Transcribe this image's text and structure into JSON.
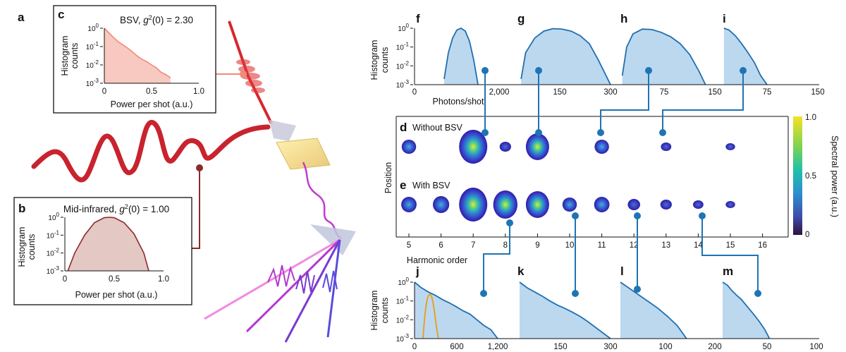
{
  "panels": {
    "a": "a",
    "b": "b",
    "c": "c",
    "d": "d",
    "e": "e",
    "f": "f",
    "g": "g",
    "h": "h",
    "i": "i",
    "j": "j",
    "k": "k",
    "l": "l",
    "m": "m"
  },
  "inset_c": {
    "title_prefix": "BSV, ",
    "title_g": "g",
    "title_sup": "2",
    "title_suffix": "(0) = 2.30",
    "xlabel": "Power per shot (a.u.)",
    "ylabel1": "Histogram",
    "ylabel2": "counts",
    "xticks": [
      "0",
      "0.5",
      "1.0"
    ],
    "ymant": "10",
    "yexp": [
      "0",
      "-1",
      "-2",
      "-3"
    ],
    "color": "#f08a7a"
  },
  "inset_b": {
    "title_prefix": "Mid-infrared, ",
    "title_g": "g",
    "title_sup": "2",
    "title_suffix": "(0) = 1.00",
    "xlabel": "Power per shot (a.u.)",
    "ylabel1": "Histogram",
    "ylabel2": "counts",
    "xticks": [
      "0",
      "0.5",
      "1.0"
    ],
    "ymant": "10",
    "yexp": [
      "0",
      "-1",
      "-2",
      "-3"
    ],
    "color": "#8c2a2a"
  },
  "top_row": {
    "ylabel1": "Histogram",
    "ylabel2": "counts",
    "xlabel": "Photons/shot",
    "f_ticks": [
      "0",
      "2,000"
    ],
    "g_ticks": [
      "150",
      "300"
    ],
    "h_ticks": [
      "75",
      "150"
    ],
    "i_ticks": [
      "75",
      "150"
    ]
  },
  "bottom_row": {
    "ylabel1": "Histogram",
    "ylabel2": "counts",
    "j_ticks": [
      "0",
      "600",
      "1,200"
    ],
    "k_ticks": [
      "150",
      "300"
    ],
    "l_ticks": [
      "100",
      "200"
    ],
    "m_ticks": [
      "50",
      "100"
    ]
  },
  "map": {
    "d_label": "Without BSV",
    "e_label": "With BSV",
    "ylabel": "Position",
    "xlabel": "Harmonic order",
    "orders": [
      "5",
      "6",
      "7",
      "8",
      "9",
      "10",
      "11",
      "12",
      "13",
      "14",
      "15",
      "16"
    ]
  },
  "colorbar": {
    "label": "Spectral power (a.u.)",
    "ticks": [
      "0",
      "0.5",
      "1.0"
    ]
  },
  "chart_data": [
    {
      "type": "line",
      "panel": "c",
      "title": "BSV, g2(0) = 2.30",
      "xlabel": "Power per shot (a.u.)",
      "ylabel": "Histogram counts",
      "xlim": [
        0,
        1.0
      ],
      "ylim": [
        0.001,
        1
      ],
      "yscale": "log",
      "x": [
        0,
        0.05,
        0.1,
        0.15,
        0.2,
        0.25,
        0.3,
        0.35,
        0.4,
        0.45,
        0.5,
        0.55,
        0.6,
        0.65,
        0.7
      ],
      "y": [
        1,
        0.55,
        0.3,
        0.18,
        0.12,
        0.08,
        0.05,
        0.03,
        0.02,
        0.015,
        0.01,
        0.007,
        0.004,
        0.003,
        0.002
      ]
    },
    {
      "type": "line",
      "panel": "b",
      "title": "Mid-infrared, g2(0) = 1.00",
      "xlabel": "Power per shot (a.u.)",
      "ylabel": "Histogram counts",
      "xlim": [
        0,
        1.0
      ],
      "ylim": [
        0.001,
        1
      ],
      "yscale": "log",
      "x": [
        0.03,
        0.1,
        0.2,
        0.3,
        0.4,
        0.45,
        0.5,
        0.6,
        0.7,
        0.8,
        0.85
      ],
      "y": [
        0.001,
        0.01,
        0.1,
        0.5,
        0.95,
        1,
        0.95,
        0.5,
        0.12,
        0.01,
        0.001
      ]
    },
    {
      "type": "area",
      "panel": "f",
      "xlabel": "Photons/shot",
      "ylabel": "Histogram counts",
      "xlim": [
        0,
        2000
      ],
      "ylim": [
        0.001,
        1
      ],
      "yscale": "log",
      "x": [
        700,
        800,
        900,
        1000,
        1100,
        1200,
        1300,
        1400,
        1500
      ],
      "y": [
        0.002,
        0.05,
        0.3,
        0.8,
        1,
        0.7,
        0.2,
        0.02,
        0.001
      ]
    },
    {
      "type": "area",
      "panel": "g",
      "xlim": [
        0,
        300
      ],
      "ylim": [
        0.001,
        1
      ],
      "yscale": "log",
      "x": [
        5,
        20,
        50,
        80,
        110,
        140,
        170,
        200,
        230,
        260,
        300
      ],
      "y": [
        0.002,
        0.05,
        0.3,
        0.7,
        0.95,
        0.9,
        0.7,
        0.4,
        0.15,
        0.02,
        0.001
      ]
    },
    {
      "type": "area",
      "panel": "h",
      "xlim": [
        0,
        150
      ],
      "ylim": [
        0.001,
        1
      ],
      "yscale": "log",
      "x": [
        3,
        10,
        20,
        35,
        50,
        65,
        80,
        95,
        110,
        125,
        135
      ],
      "y": [
        0.003,
        0.1,
        0.5,
        0.9,
        0.85,
        0.6,
        0.35,
        0.15,
        0.04,
        0.005,
        0.001
      ]
    },
    {
      "type": "area",
      "panel": "i",
      "xlim": [
        0,
        150
      ],
      "ylim": [
        0.001,
        1
      ],
      "yscale": "log",
      "x": [
        2,
        10,
        20,
        30,
        40,
        50,
        60,
        70
      ],
      "y": [
        1,
        0.8,
        0.4,
        0.15,
        0.05,
        0.015,
        0.003,
        0.001
      ]
    },
    {
      "type": "heatmap",
      "panel": "d",
      "title": "Without BSV",
      "xlabel": "Harmonic order",
      "ylabel": "Position",
      "x": [
        5,
        7,
        8,
        9,
        11,
        13,
        15
      ],
      "values": [
        0.3,
        1.0,
        0.15,
        0.75,
        0.3,
        0.1,
        0.05
      ]
    },
    {
      "type": "heatmap",
      "panel": "e",
      "title": "With BSV",
      "xlabel": "Harmonic order",
      "ylabel": "Position",
      "x": [
        5,
        6,
        7,
        8,
        9,
        10,
        11,
        12,
        13,
        14,
        15
      ],
      "values": [
        0.35,
        0.4,
        1.0,
        0.8,
        0.75,
        0.3,
        0.35,
        0.2,
        0.15,
        0.1,
        0.05
      ]
    },
    {
      "type": "area",
      "panel": "j",
      "xlim": [
        0,
        1200
      ],
      "ylim": [
        0.001,
        1
      ],
      "yscale": "log",
      "x": [
        0,
        100,
        200,
        300,
        400,
        500,
        600,
        700,
        800,
        900,
        1000,
        1100,
        1200
      ],
      "y": [
        1,
        0.5,
        0.3,
        0.2,
        0.12,
        0.08,
        0.05,
        0.03,
        0.02,
        0.01,
        0.005,
        0.003,
        0.001
      ]
    },
    {
      "type": "area",
      "panel": "k",
      "xlim": [
        0,
        300
      ],
      "ylim": [
        0.001,
        1
      ],
      "yscale": "log",
      "x": [
        0,
        25,
        50,
        75,
        100,
        125,
        150,
        175,
        200,
        225,
        250,
        275,
        300
      ],
      "y": [
        1,
        0.5,
        0.3,
        0.18,
        0.1,
        0.06,
        0.04,
        0.025,
        0.015,
        0.008,
        0.004,
        0.002,
        0.001
      ]
    },
    {
      "type": "area",
      "panel": "l",
      "xlim": [
        0,
        200
      ],
      "ylim": [
        0.001,
        1
      ],
      "yscale": "log",
      "x": [
        0,
        20,
        40,
        60,
        80,
        100,
        120,
        140
      ],
      "y": [
        1,
        0.45,
        0.2,
        0.09,
        0.04,
        0.015,
        0.005,
        0.001
      ]
    },
    {
      "type": "area",
      "panel": "m",
      "xlim": [
        0,
        100
      ],
      "ylim": [
        0.001,
        1
      ],
      "yscale": "log",
      "x": [
        0,
        5,
        10,
        15,
        20,
        25,
        30,
        35,
        40,
        45,
        50
      ],
      "y": [
        1,
        0.7,
        0.35,
        0.2,
        0.12,
        0.06,
        0.03,
        0.015,
        0.007,
        0.003,
        0.001
      ]
    }
  ]
}
